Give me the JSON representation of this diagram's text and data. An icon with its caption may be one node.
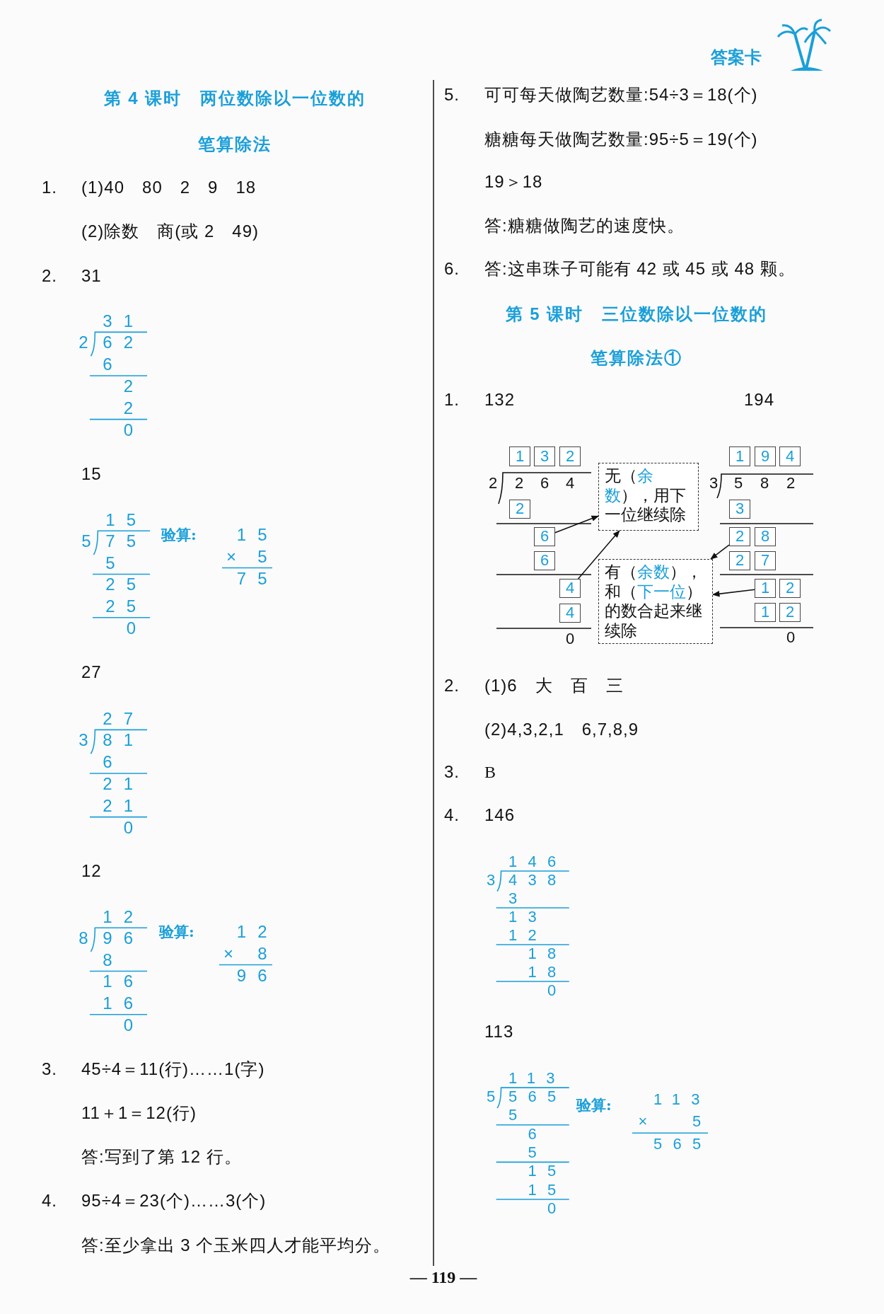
{
  "diagram": {
    "nodes": [
      {
        "text": [
          "1"
        ]
      },
      {
        "text": [
          "3"
        ]
      },
      {
        "text": [
          "2"
        ]
      },
      {
        "text": [
          "2"
        ]
      },
      {
        "text": [
          "6"
        ]
      },
      {
        "text": [
          "6"
        ]
      },
      {
        "text": [
          "4"
        ]
      },
      {
        "text": [
          "4"
        ]
      },
      {
        "text": [
          "无（",
          "余数",
          "），用下一位继续除"
        ]
      },
      {
        "text": [
          "有（",
          "余数",
          "），和（",
          "下一位",
          "）的数合起来继续除"
        ]
      },
      {
        "text": [
          "1"
        ]
      },
      {
        "text": [
          "9"
        ]
      },
      {
        "text": [
          "4"
        ]
      },
      {
        "text": [
          "3"
        ]
      },
      {
        "text": [
          "2"
        ]
      },
      {
        "text": [
          "8"
        ]
      },
      {
        "text": [
          "2"
        ]
      },
      {
        "text": [
          "7"
        ]
      },
      {
        "text": [
          "1"
        ]
      },
      {
        "text": [
          "2"
        ]
      },
      {
        "text": [
          "1"
        ]
      },
      {
        "text": [
          "2"
        ]
      }
    ],
    "edges": [
      {
        "from": 4,
        "to": 8,
        "arrow": "to"
      },
      {
        "from": 6,
        "to": 8,
        "arrow": "to"
      },
      {
        "from": 14,
        "to": 9,
        "arrow": "to"
      },
      {
        "from": 18,
        "to": 9,
        "arrow": "to"
      }
    ],
    "labels": [
      "第 4 课时　两位数除以一位数的",
      "笔算除法",
      "1.",
      "(1)40　80　2　9　18",
      "(2)除数　商(或 2　49)",
      "2.",
      "31",
      "31",
      "2",
      "62",
      "6",
      "2",
      "2",
      "0",
      "15",
      "15",
      "5",
      "75",
      "5",
      "25",
      "25",
      "0",
      "验算:",
      "15",
      "×",
      "5",
      "75",
      "27",
      "27",
      "3",
      "81",
      "6",
      "21",
      "21",
      "0",
      "12",
      "12",
      "8",
      "96",
      "8",
      "16",
      "16",
      "0",
      "验算:",
      "12",
      "×",
      "8",
      "96",
      "3.",
      "45÷4＝11(行)……1(字)",
      "11＋1＝12(行)",
      "答:写到了第 12 行。",
      "4.",
      "95÷4＝23(个)……3(个)",
      "答:至少拿出 3 个玉米四人才能平均分。",
      "答案卡",
      "5.",
      "可可每天做陶艺数量:54÷3＝18(个)",
      "糖糖每天做陶艺数量:95÷5＝19(个)",
      "19＞18",
      "答:糖糖做陶艺的速度快。",
      "6.",
      "答:这串珠子可能有 42 或 45 或 48 颗。",
      "第 5 课时　三位数除以一位数的",
      "笔算除法①",
      "1.",
      "132",
      "194",
      "2",
      "264",
      "0",
      "3",
      "582",
      "0",
      "2.",
      "(1)6　大　百　三",
      "(2)4,3,2,1　6,7,8,9",
      "3.",
      "B",
      "4.",
      "146",
      "146",
      "3",
      "438",
      "3",
      "13",
      "12",
      "18",
      "18",
      "0",
      "113",
      "113",
      "5",
      "565",
      "5",
      "6",
      "5",
      "15",
      "15",
      "0",
      "验算:",
      "113",
      "×",
      "5",
      "565",
      "— 119 —"
    ]
  }
}
